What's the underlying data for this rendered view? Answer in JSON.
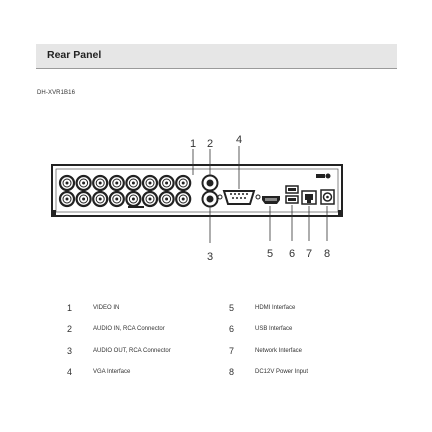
{
  "section": {
    "title": "Rear Panel"
  },
  "model": "DH-XVR1B16",
  "callouts": [
    "1",
    "2",
    "3",
    "4",
    "5",
    "6",
    "7",
    "8"
  ],
  "legend": [
    {
      "num": "1",
      "label": "VIDEO IN"
    },
    {
      "num": "2",
      "label": "AUDIO IN, RCA Connector"
    },
    {
      "num": "3",
      "label": "AUDIO OUT, RCA Connector"
    },
    {
      "num": "4",
      "label": "VGA Interface"
    },
    {
      "num": "5",
      "label": "HDMI Interface"
    },
    {
      "num": "6",
      "label": "USB Interface"
    },
    {
      "num": "7",
      "label": "Network Interface"
    },
    {
      "num": "8",
      "label": "DC12V Power Input"
    }
  ]
}
